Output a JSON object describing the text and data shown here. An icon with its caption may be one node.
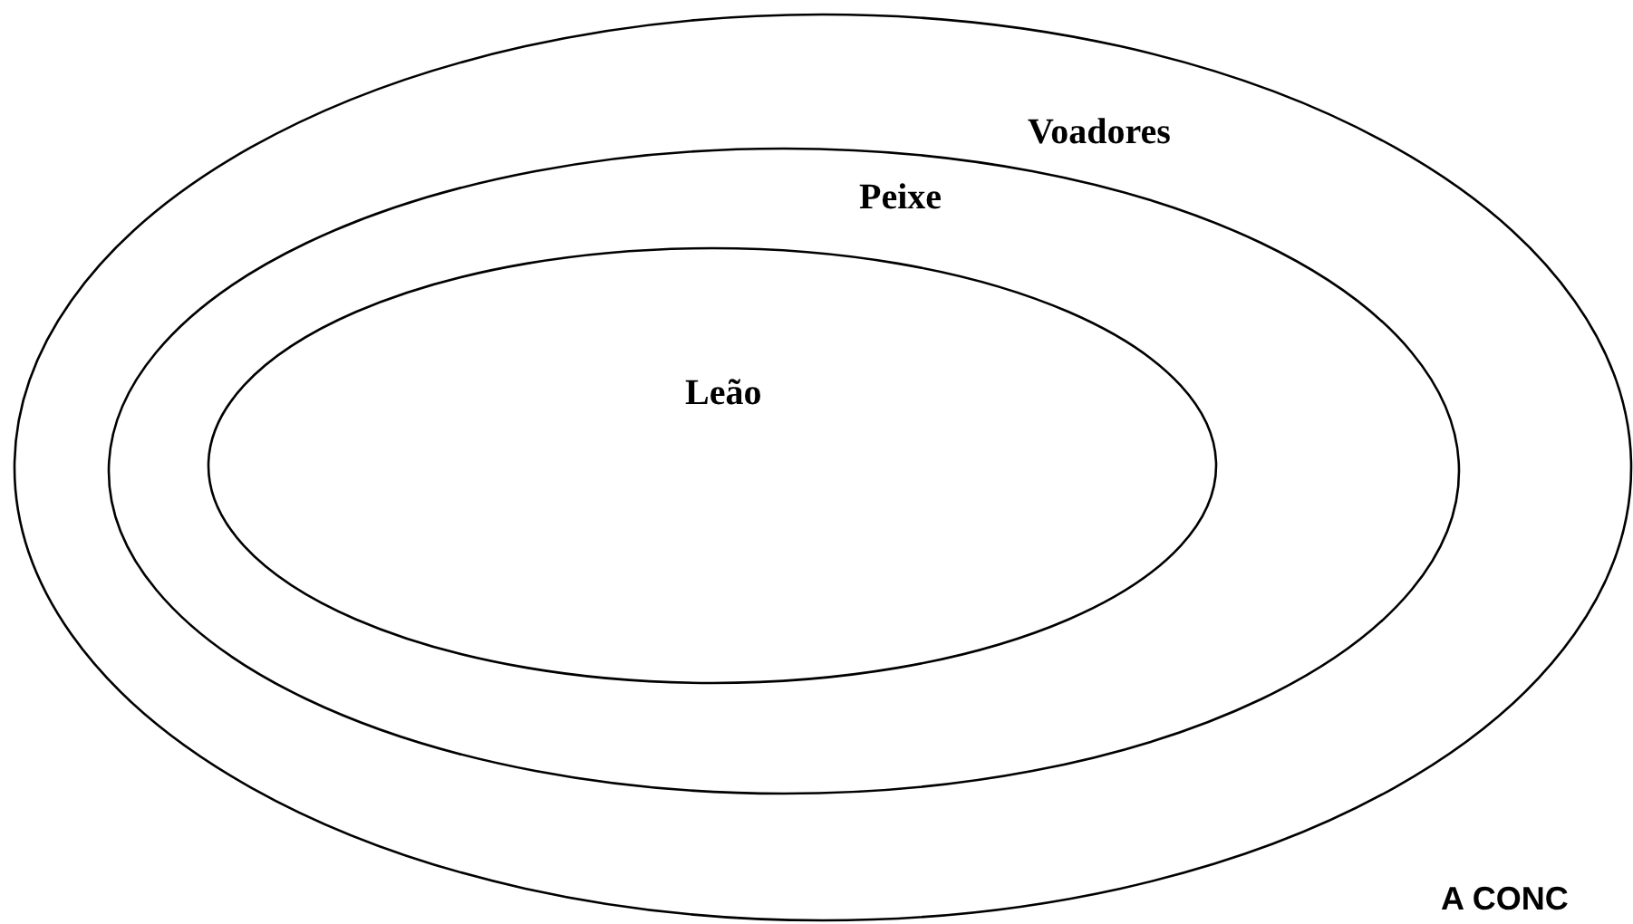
{
  "diagram": {
    "nodes": [
      {
        "text": [
          "Voadores"
        ]
      },
      {
        "text": [
          "Peixe"
        ],
        "in": 0
      },
      {
        "text": [
          "Leão"
        ],
        "in": 1
      }
    ],
    "labels": [
      "A CONC"
    ]
  }
}
